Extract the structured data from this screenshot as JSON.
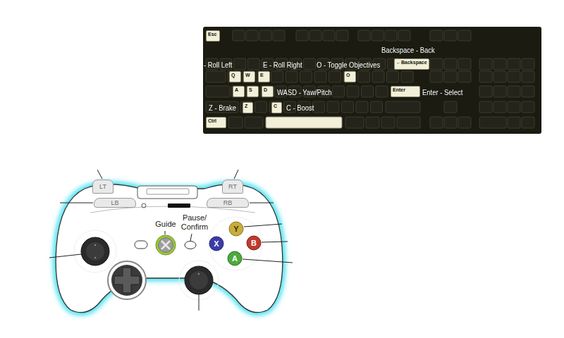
{
  "diagram": {
    "nodes": [
      {
        "text": [
          "Esc"
        ]
      },
      {
        "text": [
          "←Backspace"
        ]
      },
      {
        "text": [
          "Q"
        ]
      },
      {
        "text": [
          "W"
        ]
      },
      {
        "text": [
          "E"
        ]
      },
      {
        "text": [
          "O"
        ]
      },
      {
        "text": [
          "A"
        ]
      },
      {
        "text": [
          "S"
        ]
      },
      {
        "text": [
          "D"
        ]
      },
      {
        "text": [
          "Enter"
        ]
      },
      {
        "text": [
          "Z"
        ]
      },
      {
        "text": [
          "C"
        ]
      },
      {
        "text": [
          "Ctrl"
        ]
      },
      {
        "text": [
          "LT"
        ]
      },
      {
        "text": [
          "RT"
        ]
      },
      {
        "text": [
          "LB"
        ]
      },
      {
        "text": [
          "RB"
        ]
      },
      {
        "text": [
          "Y"
        ]
      },
      {
        "text": [
          "X"
        ]
      },
      {
        "text": [
          "B"
        ]
      },
      {
        "text": [
          "A"
        ]
      }
    ],
    "labels": [
      "Backspace - Back",
      "- Roll Left",
      "E - Roll Right",
      "O - Toggle Objectives",
      "WASD - Yaw/Pitch",
      "Enter - Select",
      "Z - Brake",
      "C - Boost",
      "Guide",
      "Pause/ Confirm"
    ]
  }
}
